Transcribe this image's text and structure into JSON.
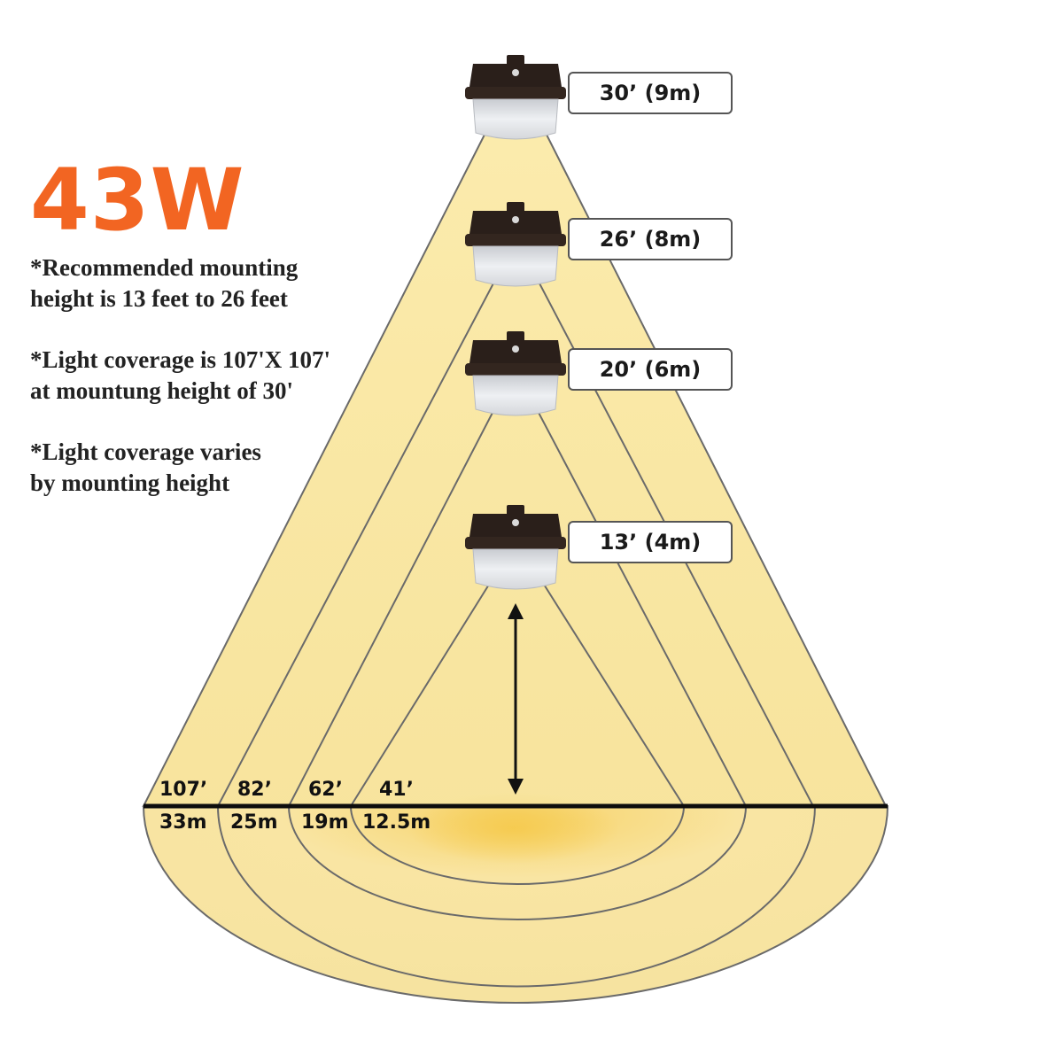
{
  "wattage": "43W",
  "notes": [
    [
      "*Recommended mounting",
      "height is 13 feet to 26 feet"
    ],
    [
      "*Light coverage is 107'X 107'",
      "at mountung height of 30'"
    ],
    [
      "*Light coverage varies",
      "by mounting height"
    ]
  ],
  "mounting_heights": [
    {
      "label": "30’ (9m)"
    },
    {
      "label": "26’ (8m)"
    },
    {
      "label": "20’ (6m)"
    },
    {
      "label": "13’ (4m)"
    }
  ],
  "coverage_widths": [
    {
      "feet": "107’",
      "meters": "33m"
    },
    {
      "feet": "82’",
      "meters": "25m"
    },
    {
      "feet": "62’",
      "meters": "19m"
    },
    {
      "feet": "41’",
      "meters": "12.5m"
    }
  ],
  "colors": {
    "accent": "#f26522",
    "light_beam": "#f8e49a",
    "fixture_body": "#2a1f1a",
    "line": "#6a6a6a"
  },
  "icons": [
    "light-fixture-icon",
    "double-arrow-icon"
  ]
}
